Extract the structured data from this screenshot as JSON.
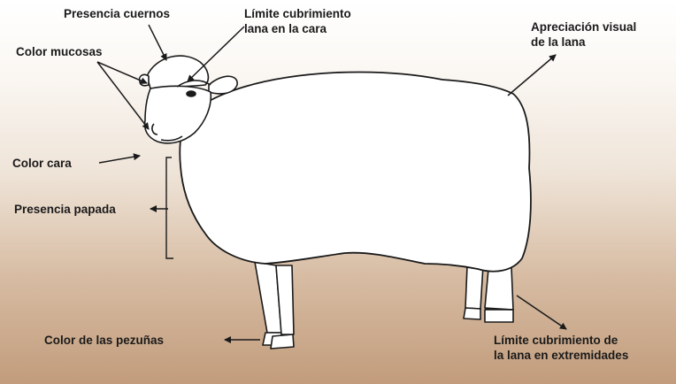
{
  "labels": {
    "horns": "Presencia cuernos",
    "face_wool_1": "Límite cubrimiento",
    "face_wool_2": "lana en la cara",
    "mucosa": "Color mucosas",
    "wool_visual_1": "Apreciación visual",
    "wool_visual_2": "de la lana",
    "face_color": "Color cara",
    "dewlap": "Presencia papada",
    "hooves": "Color de las pezuñas",
    "leg_wool_1": "Límite cubrimiento de",
    "leg_wool_2": "la lana en extremidades"
  },
  "colors": {
    "line": "#1a1a1a",
    "bg_top": "#ffffff",
    "bg_bottom": "#c29c7c"
  }
}
